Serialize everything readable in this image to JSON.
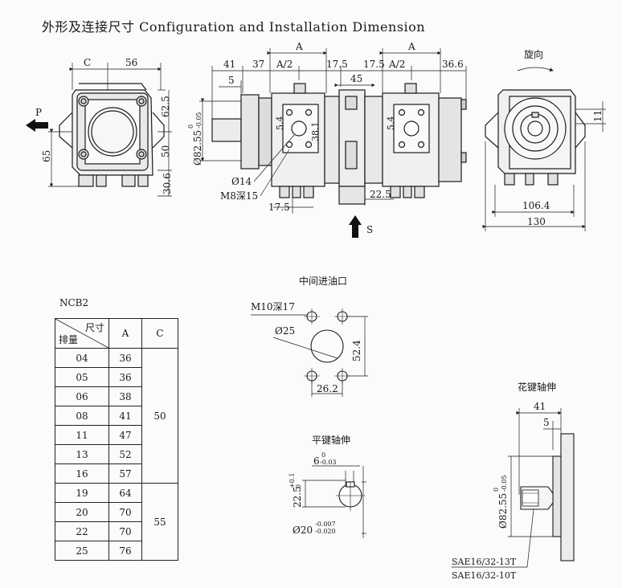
{
  "title": "外形及连接尺寸 Configuration and Installation Dimension",
  "front_view": {
    "dim_c": "C",
    "dim_56": "56",
    "dim_62_5": "62.5",
    "dim_50": "50",
    "dim_65": "65",
    "dim_30_6": "30.6",
    "port_p": "P"
  },
  "side_view": {
    "dim_a_left": "A",
    "dim_a_right": "A",
    "dim_41": "41",
    "dim_37": "37",
    "dim_a2_left": "A/2",
    "dim_17_5_top": "17.5",
    "dim_17_5_mid": "17.5",
    "dim_a2_right": "A/2",
    "dim_36_6": "36.6",
    "dim_5": "5",
    "dim_45": "45",
    "dim_dia_82": "Ø82.55",
    "dim_dia_82_tol": "0",
    "dim_dia_82_tol2": "-0.05",
    "dim_5_4_left": "5.4",
    "dim_38_1": "38.1",
    "dim_5_4_right": "5.4",
    "dim_dia_14": "Ø14",
    "dim_m8": "M8深15",
    "dim_17_5_bottom": "17.5",
    "dim_22_5": "22.5",
    "port_s": "S"
  },
  "rear_view": {
    "rotation_label": "旋向",
    "dim_11": "11",
    "dim_106_4": "106.4",
    "dim_130": "130"
  },
  "table": {
    "model": "NCB2",
    "header_size": "尺寸",
    "header_disp": "排量",
    "col_a": "A",
    "col_c": "C",
    "rows": [
      {
        "disp": "04",
        "a": "36"
      },
      {
        "disp": "05",
        "a": "36"
      },
      {
        "disp": "06",
        "a": "38"
      },
      {
        "disp": "08",
        "a": "41"
      },
      {
        "disp": "11",
        "a": "47"
      },
      {
        "disp": "13",
        "a": "52"
      },
      {
        "disp": "16",
        "a": "57"
      },
      {
        "disp": "19",
        "a": "64"
      },
      {
        "disp": "20",
        "a": "70"
      },
      {
        "disp": "22",
        "a": "70"
      },
      {
        "disp": "25",
        "a": "76"
      }
    ],
    "c_group1": "50",
    "c_group2": "55"
  },
  "inlet_detail": {
    "title": "中间进油口",
    "thread": "M10深17",
    "dia_25": "Ø25",
    "dim_52_4": "52.4",
    "dim_26_2": "26.2"
  },
  "key_shaft": {
    "title": "平键轴伸",
    "dim_6": "6",
    "dim_6_tol1": "0",
    "dim_6_tol2": "-0.03",
    "dim_22_5": "22.5",
    "dim_22_5_tol1": "+0.1",
    "dim_22_5_tol2": "0",
    "dim_dia_20": "Ø20",
    "dim_dia_20_tol1": "-0.007",
    "dim_dia_20_tol2": "-0.020"
  },
  "spline_shaft": {
    "title": "花键轴伸",
    "dim_41": "41",
    "dim_5": "5",
    "dim_dia_82": "Ø82.55",
    "dim_dia_82_tol1": "0",
    "dim_dia_82_tol2": "-0.05",
    "spline_1": "SAE16/32-13T",
    "spline_2": "SAE16/32-10T"
  }
}
